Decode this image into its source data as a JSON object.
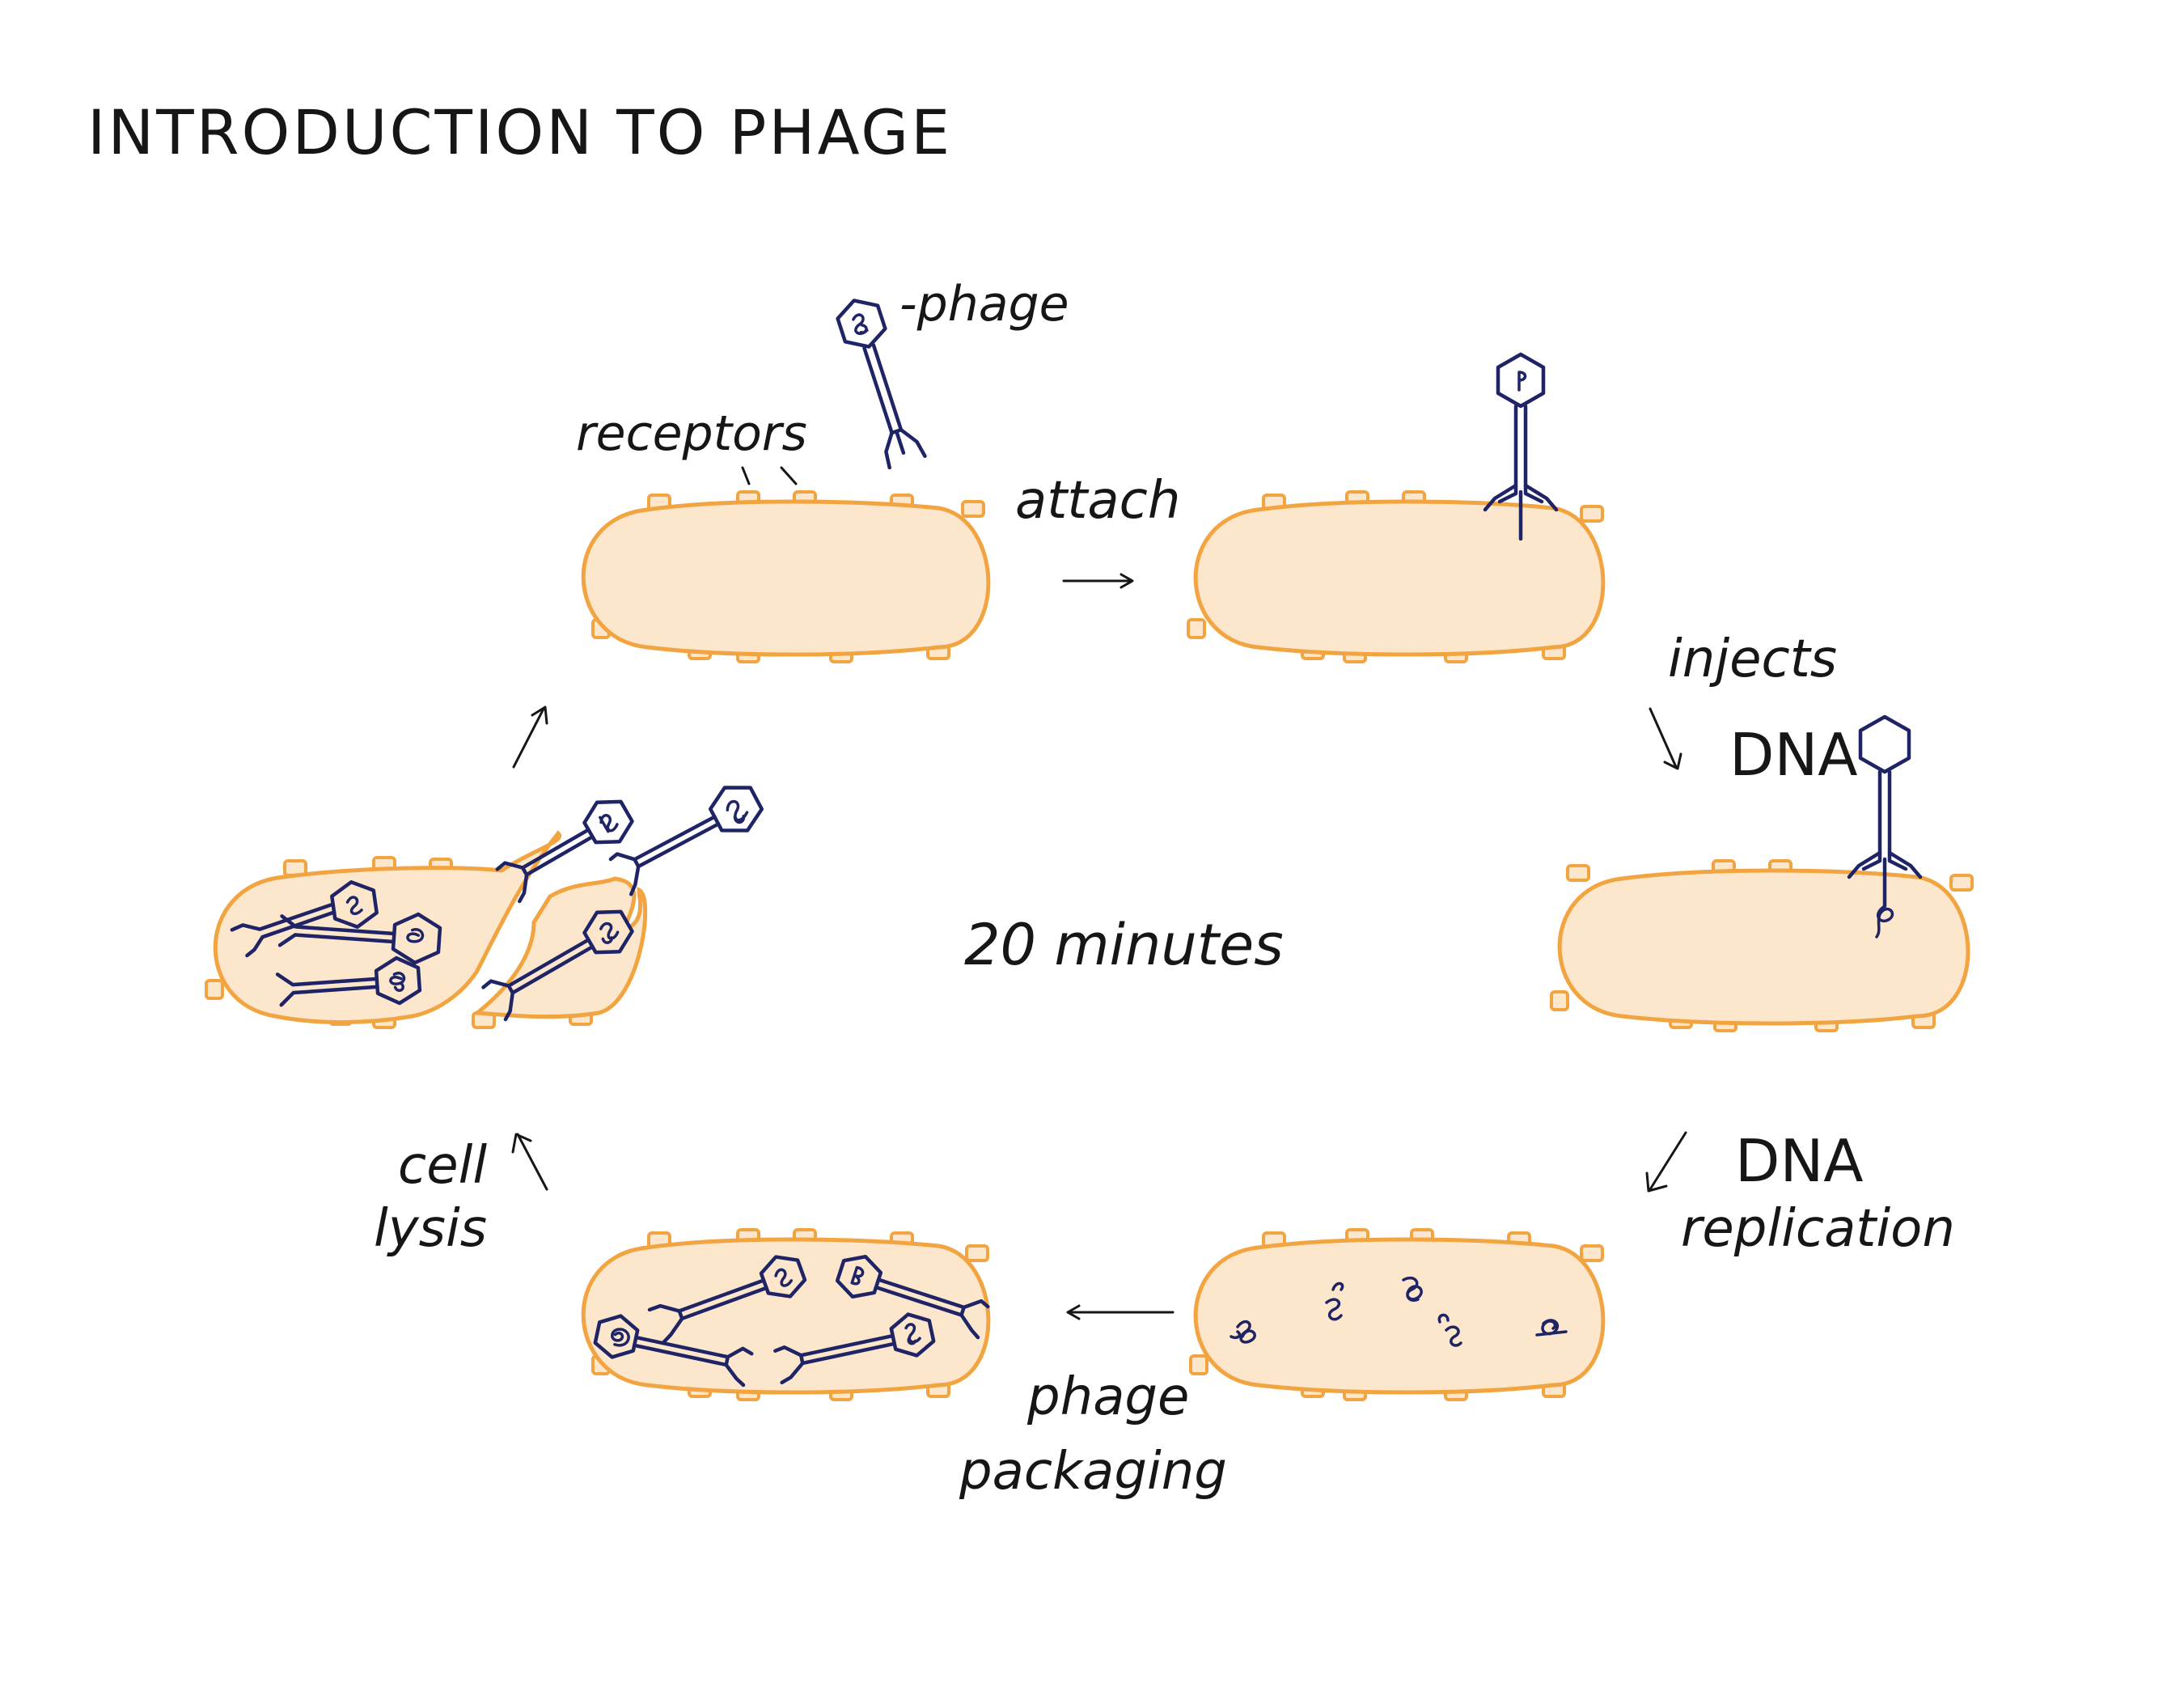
{
  "title": "INTRODUCTION TO PHAGE",
  "labels": {
    "phage": "-phage",
    "receptors": "receptors",
    "attach": "attach",
    "injects": "injects",
    "injects_dna": "DNA",
    "center": "20 minutes",
    "dna": "DNA",
    "replication": "replication",
    "phage_word": "phage",
    "packaging": "packaging",
    "cell": "cell",
    "lysis": "lysis"
  },
  "colors": {
    "cell_fill": "#fde7cc",
    "cell_outline": "#f2a441",
    "phage_ink": "#1f2466",
    "text": "#161616"
  }
}
